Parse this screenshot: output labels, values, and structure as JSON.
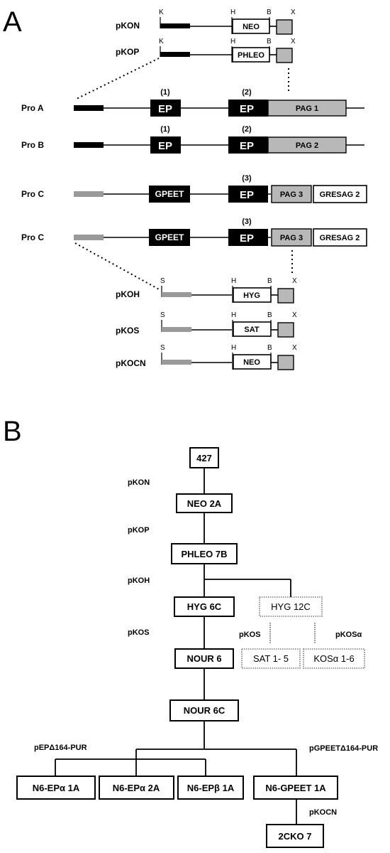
{
  "panel_a": {
    "letter": "A",
    "constructs_top": [
      {
        "name": "pKON",
        "marker": "NEO",
        "sites": [
          "K",
          "H",
          "B",
          "X"
        ]
      },
      {
        "name": "pKOP",
        "marker": "PHLEO",
        "sites": [
          "K",
          "H",
          "B",
          "X"
        ]
      }
    ],
    "loci": [
      {
        "label": "Pro A",
        "elements": [
          "EP",
          "EP",
          "PAG 1"
        ],
        "numbers": [
          "(1)",
          "(2)"
        ]
      },
      {
        "label": "Pro B",
        "elements": [
          "EP",
          "EP",
          "PAG 2"
        ],
        "numbers": [
          "(1)",
          "(2)"
        ]
      },
      {
        "label": "Pro C",
        "elements": [
          "GPEET",
          "EP",
          "PAG 3",
          "GRESAG 2"
        ],
        "numbers": [
          "(3)"
        ]
      },
      {
        "label": "Pro C",
        "elements": [
          "GPEET",
          "EP",
          "PAG 3",
          "GRESAG 2"
        ],
        "numbers": [
          "(3)"
        ]
      }
    ],
    "constructs_bottom": [
      {
        "name": "pKOH",
        "marker": "HYG",
        "sites": [
          "S",
          "H",
          "B",
          "X"
        ]
      },
      {
        "name": "pKOS",
        "marker": "SAT",
        "sites": [
          "S",
          "H",
          "B",
          "X"
        ]
      },
      {
        "name": "pKOCN",
        "marker": "NEO",
        "sites": [
          "S",
          "H",
          "B",
          "X"
        ]
      }
    ]
  },
  "panel_b": {
    "letter": "B",
    "nodes": {
      "n427": "427",
      "neo2a": "NEO 2A",
      "phleo7b": "PHLEO 7B",
      "hyg6c": "HYG 6C",
      "hyg12c": "HYG 12C",
      "nour6": "NOUR 6",
      "sat15": "SAT 1- 5",
      "kosa16": "KOSα 1-6",
      "nour6c": "NOUR 6C",
      "n6epa1a": "N6-EPα 1A",
      "n6epa2a": "N6-EPα 2A",
      "n6epb1a": "N6-EPβ 1A",
      "n6gpeet1a": "N6-GPEET 1A",
      "cko7": "2CKO 7"
    },
    "edge_labels": {
      "pkon": "pKON",
      "pkop": "pKOP",
      "pkoh": "pKOH",
      "pkos_left": "pKOS",
      "pkos_mid": "pKOS",
      "pkosa": "pKOSα",
      "pep164": "pEPΔ164-PUR",
      "pgpeet164": "pGPEETΔ164-PUR",
      "pkocn": "pKOCN"
    }
  }
}
